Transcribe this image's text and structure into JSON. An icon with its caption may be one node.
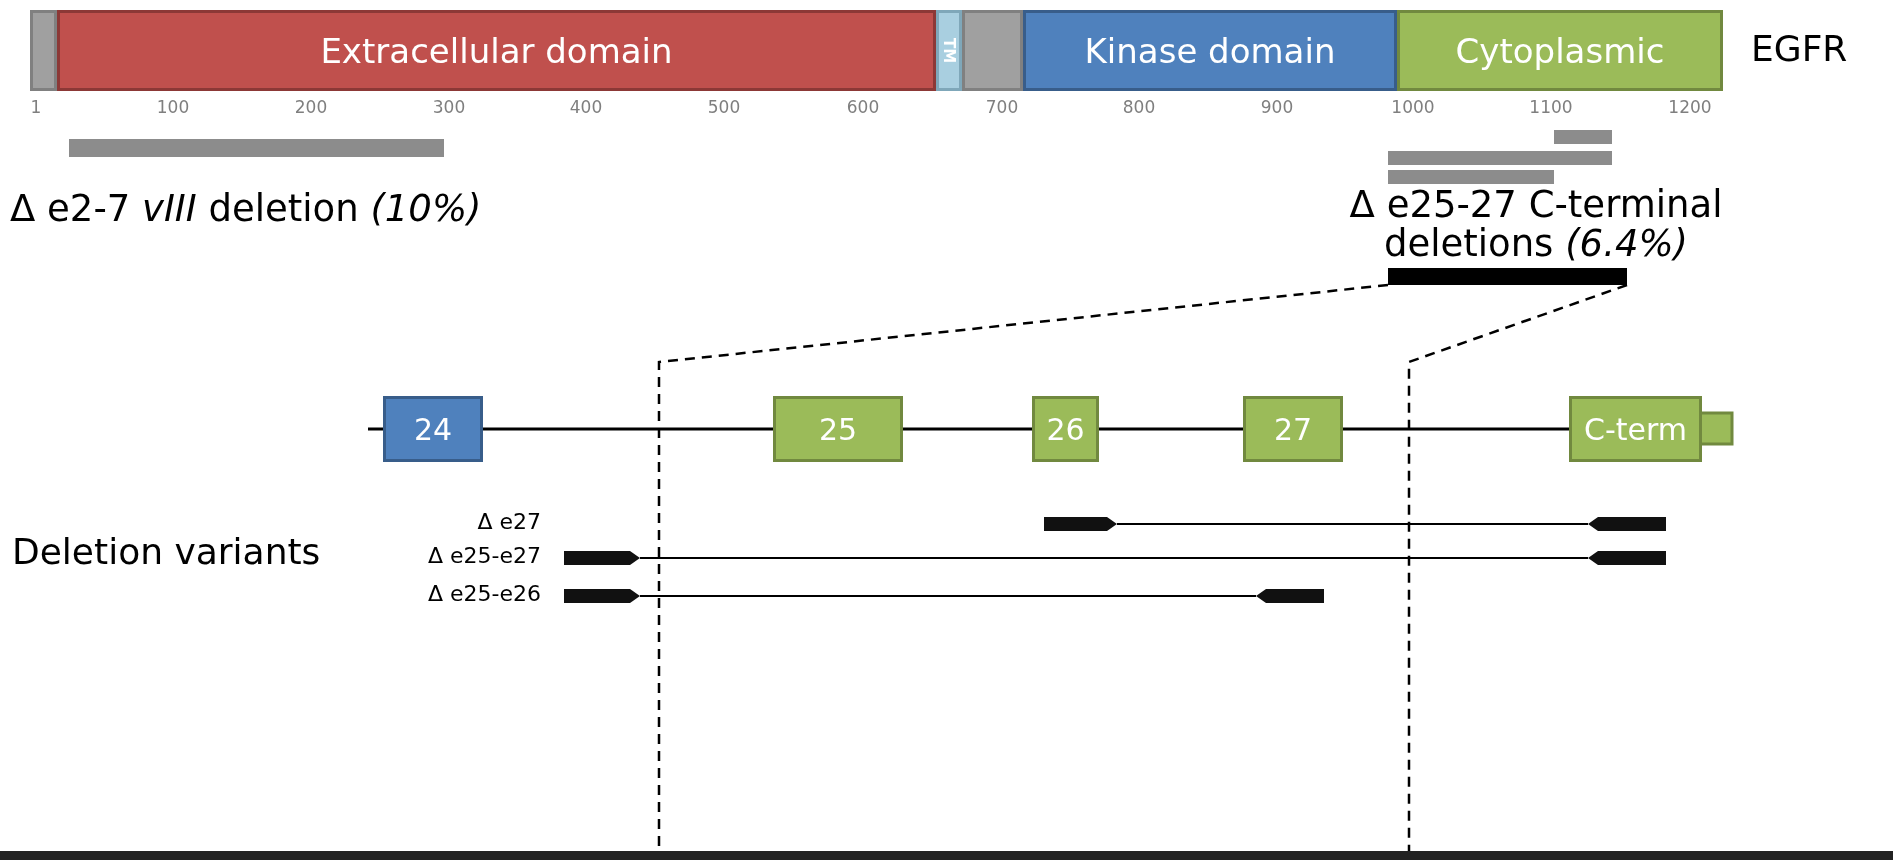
{
  "diagram": {
    "nodes": [
      {
        "text": [],
        "shape": "box"
      },
      {
        "text": [
          "Extracellular domain"
        ]
      },
      {
        "text": [
          "TM"
        ]
      },
      {
        "text": [],
        "shape": "box"
      },
      {
        "text": [
          "Kinase domain"
        ]
      },
      {
        "text": [
          "Cytoplasmic"
        ]
      },
      {
        "text": [
          "24"
        ]
      },
      {
        "text": [
          "25"
        ]
      },
      {
        "text": [
          "26"
        ]
      },
      {
        "text": [
          "27"
        ]
      },
      {
        "text": [
          "C-term"
        ]
      },
      {
        "text": [],
        "shape": "bar"
      },
      {
        "text": [],
        "shape": "bar"
      },
      {
        "text": [],
        "shape": "bar"
      },
      {
        "text": [],
        "shape": "bar"
      },
      {
        "text": [],
        "shape": "bar"
      }
    ],
    "labels": [
      "EGFR",
      "1",
      "100",
      "200",
      "300",
      "400",
      "500",
      "600",
      "700",
      "800",
      "900",
      "1000",
      "1100",
      "1200",
      "Δ e2-7 *vIII* deletion *(10%)*",
      "Δ e25-27 C-terminal deletions *(6.4%)*",
      "Deletion variants",
      "Δ e27",
      "Δ e25-e27",
      "Δ e25-e26"
    ]
  }
}
